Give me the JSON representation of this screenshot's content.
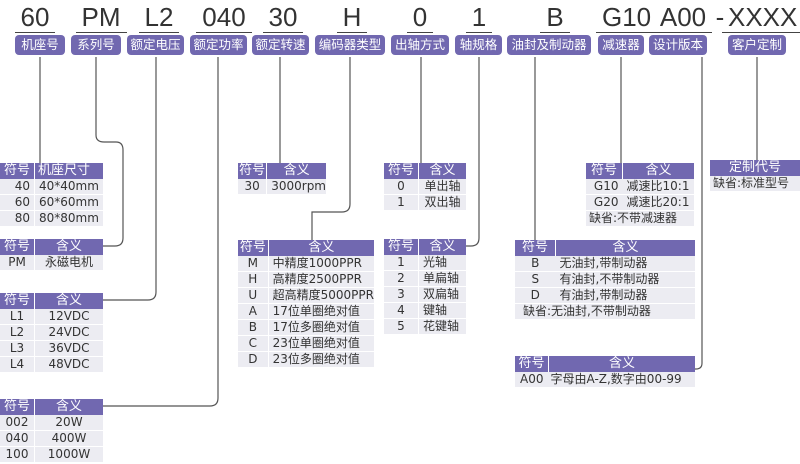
{
  "model_codes": [
    {
      "code": "60"
    },
    {
      "code": "PM"
    },
    {
      "code": "L2"
    },
    {
      "code": "040"
    },
    {
      "code": "30"
    },
    {
      "code": "H"
    },
    {
      "code": "0"
    },
    {
      "code": "1"
    },
    {
      "code": "B"
    },
    {
      "code": "G10"
    },
    {
      "code": "A00"
    },
    {
      "code": "-"
    },
    {
      "code": "XXXX"
    }
  ],
  "categories": [
    "机座号",
    "系列号",
    "额定电压",
    "额定功率",
    "额定转速",
    "编码器类型",
    "出轴方式",
    "轴规格",
    "油封及制动器",
    "减速器",
    "设计版本",
    "客户定制"
  ],
  "tables": {
    "frame": {
      "headers": [
        "符号",
        "机座尺寸"
      ],
      "rows": [
        [
          "40",
          "40*40mm"
        ],
        [
          "60",
          "60*60mm"
        ],
        [
          "80",
          "80*80mm"
        ]
      ]
    },
    "series": {
      "headers": [
        "符号",
        "含义"
      ],
      "rows": [
        [
          "PM",
          "永磁电机"
        ]
      ]
    },
    "voltage": {
      "headers": [
        "符号",
        "含义"
      ],
      "rows": [
        [
          "L1",
          "12VDC"
        ],
        [
          "L2",
          "24VDC"
        ],
        [
          "L3",
          "36VDC"
        ],
        [
          "L4",
          "48VDC"
        ]
      ]
    },
    "power": {
      "headers": [
        "符号",
        "含义"
      ],
      "rows": [
        [
          "002",
          "20W"
        ],
        [
          "040",
          "400W"
        ],
        [
          "100",
          "1000W"
        ]
      ]
    },
    "speed": {
      "headers": [
        "符号",
        "含义"
      ],
      "rows": [
        [
          "30",
          "3000rpm"
        ]
      ]
    },
    "encoder": {
      "headers": [
        "符号",
        "含义"
      ],
      "rows": [
        [
          "M",
          "中精度1000PPR"
        ],
        [
          "H",
          "高精度2500PPR"
        ],
        [
          "U",
          "超高精度5000PPR"
        ],
        [
          "A",
          "17位单圈绝对值"
        ],
        [
          "B",
          "17位多圈绝对值"
        ],
        [
          "C",
          "23位单圈绝对值"
        ],
        [
          "D",
          "23位多圈绝对值"
        ]
      ]
    },
    "shaft_out": {
      "headers": [
        "符号",
        "含义"
      ],
      "rows": [
        [
          "0",
          "单出轴"
        ],
        [
          "1",
          "双出轴"
        ]
      ]
    },
    "shaft_spec": {
      "headers": [
        "符号",
        "含义"
      ],
      "rows": [
        [
          "1",
          "光轴"
        ],
        [
          "2",
          "单扁轴"
        ],
        [
          "3",
          "双扁轴"
        ],
        [
          "4",
          "键轴"
        ],
        [
          "5",
          "花键轴"
        ]
      ]
    },
    "brake": {
      "headers": [
        "符号",
        "含义"
      ],
      "rows": [
        [
          "B",
          "无油封,带制动器"
        ],
        [
          "S",
          "有油封,不带制动器"
        ],
        [
          "D",
          "有油封,带制动器"
        ]
      ],
      "default": "缺省:无油封,不带制动器"
    },
    "reducer": {
      "headers": [
        "符号",
        "含义"
      ],
      "rows": [
        [
          "G10",
          "减速比10:1"
        ],
        [
          "G20",
          "减速比20:1"
        ]
      ],
      "default": "缺省:不带减速器"
    },
    "version": {
      "headers": [
        "符号",
        "含义"
      ],
      "rows": [
        [
          "A00",
          "字母由A-Z,数字由00-99"
        ]
      ]
    },
    "custom": {
      "header": "定制代号",
      "default": "缺省:标准型号"
    }
  }
}
